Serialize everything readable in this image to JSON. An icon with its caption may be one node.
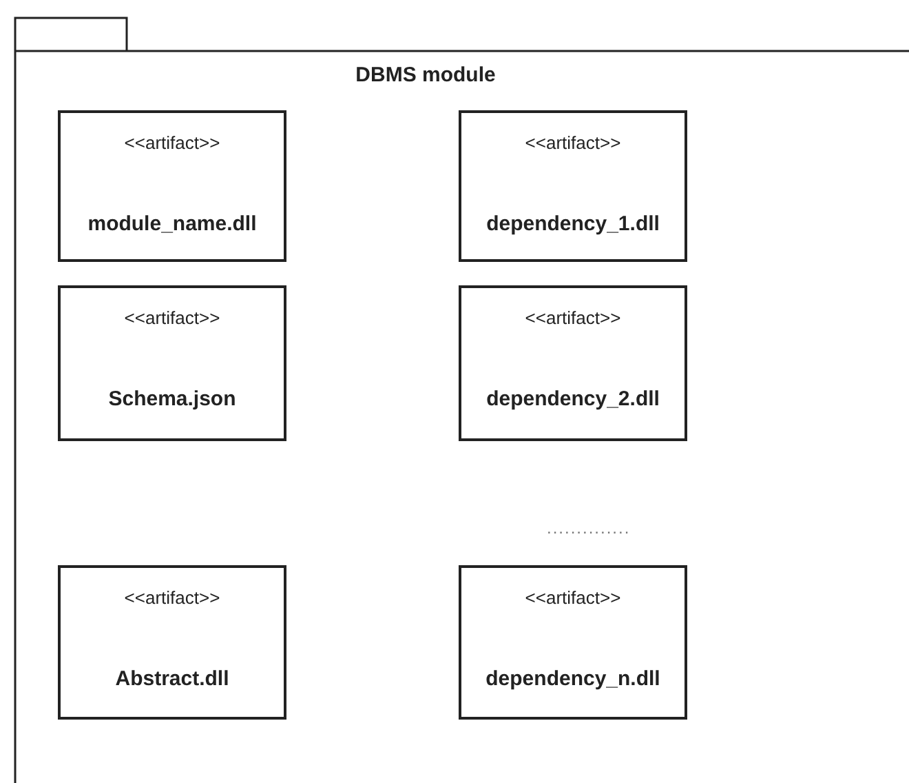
{
  "diagram": {
    "nodes": [
      {
        "text": [
          "DBMS module"
        ]
      },
      {
        "text": [
          "<<artifact>>",
          "module_name.dll"
        ],
        "in": 0
      },
      {
        "text": [
          "<<artifact>>",
          "dependency_1.dll"
        ],
        "in": 0
      },
      {
        "text": [
          "<<artifact>>",
          "Schema.json"
        ],
        "in": 0
      },
      {
        "text": [
          "<<artifact>>",
          "dependency_2.dll"
        ],
        "in": 0
      },
      {
        "text": [
          "<<artifact>>",
          "Abstract.dll"
        ],
        "in": 0
      },
      {
        "text": [
          "<<artifact>>",
          "dependency_n.dll"
        ],
        "in": 0
      }
    ],
    "labels": [
      ".............."
    ]
  }
}
